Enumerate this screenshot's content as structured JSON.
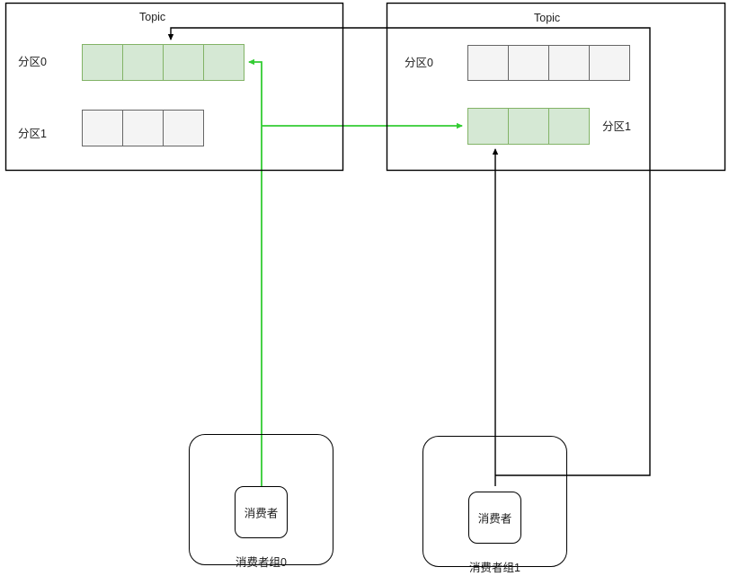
{
  "diagram": {
    "title_left": "Topic",
    "title_right": "Topic",
    "topics": [
      {
        "name": "left-topic",
        "label": "Topic",
        "partitions": [
          {
            "label": "分区0",
            "cells": 4,
            "state": "active",
            "color": "#d5e8d4"
          },
          {
            "label": "分区1",
            "cells": 3,
            "state": "idle",
            "color": "#f4f4f4"
          }
        ]
      },
      {
        "name": "right-topic",
        "label": "Topic",
        "partitions": [
          {
            "label": "分区0",
            "cells": 4,
            "state": "idle",
            "color": "#f4f4f4"
          },
          {
            "label": "分区1",
            "cells": 3,
            "state": "active",
            "color": "#d5e8d4"
          }
        ]
      }
    ],
    "groups": [
      {
        "name": "consumer-group-0",
        "label": "消费者组0",
        "consumer_label": "消费者"
      },
      {
        "name": "consumer-group-1",
        "label": "消费者组1",
        "consumer_label": "消费者"
      }
    ],
    "colors": {
      "green_stroke": "#33cc33",
      "green_fill": "#d5e8d4",
      "green_border": "#82b366",
      "black_stroke": "#000000",
      "gray_fill": "#f4f4f4",
      "gray_border": "#666666"
    },
    "connections": [
      {
        "from": "consumer-group-0",
        "to": "left-topic.分区0",
        "color": "#33cc33"
      },
      {
        "from": "consumer-group-0",
        "to": "right-topic.分区1",
        "color": "#33cc33"
      },
      {
        "from": "consumer-group-1",
        "to": "right-topic.分区1",
        "color": "#000000"
      },
      {
        "from": "consumer-group-1",
        "to": "left-topic.分区0",
        "color": "#000000"
      }
    ]
  }
}
